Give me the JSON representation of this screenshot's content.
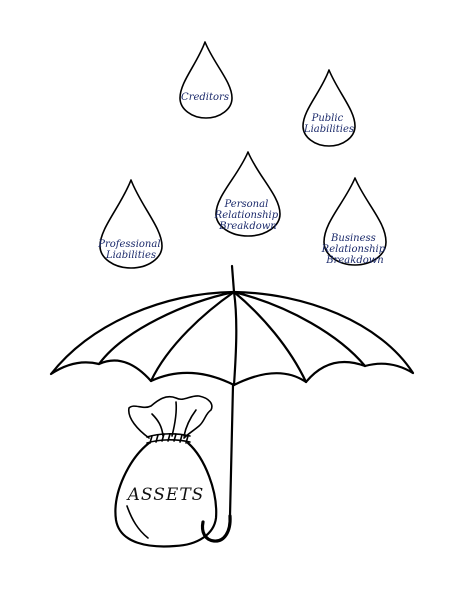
{
  "drops": [
    {
      "id": "creditors",
      "lines": [
        "Creditors"
      ]
    },
    {
      "id": "public-liabilities",
      "lines": [
        "Public",
        "Liabilities"
      ]
    },
    {
      "id": "personal-relationship-breakdown",
      "lines": [
        "Personal",
        "Relationship",
        "Breakdown"
      ]
    },
    {
      "id": "professional-liabilities",
      "lines": [
        "Professional",
        "Liabilities"
      ]
    },
    {
      "id": "business-relationship-breakdown",
      "lines": [
        "Business",
        "Relationship",
        "Breakdown"
      ]
    }
  ],
  "bag": {
    "label": "ASSETS"
  },
  "colors": {
    "drop_text": "#1b2a6b",
    "ink": "#000000",
    "background": "#ffffff"
  }
}
